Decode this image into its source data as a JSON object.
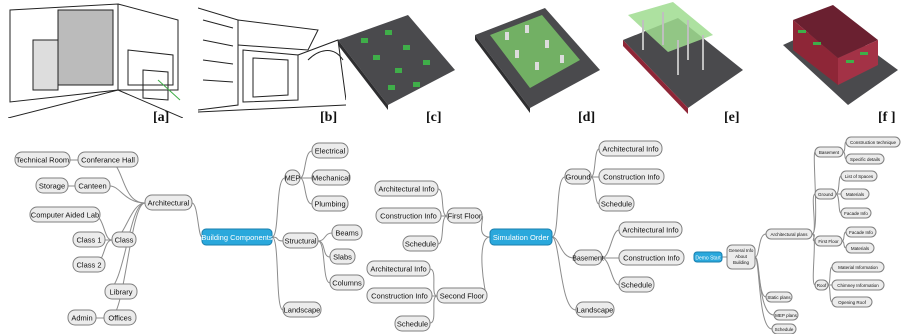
{
  "panel_labels": [
    "[a]",
    "[b]",
    "[c]",
    "[d]",
    "[e]",
    "[f ]"
  ],
  "map1": {
    "center": "Building Components",
    "architectural": "Architectural",
    "technical_room": "Technical Room",
    "conference_hall": "Conferance Hall",
    "storage": "Storage",
    "canteen": "Canteen",
    "computer_lab": "Computer Aided Lab",
    "class": "Class",
    "class1": "Class 1",
    "class2": "Class 2",
    "library": "Library",
    "admin": "Admin",
    "offices": "Offices",
    "mep": "MEP",
    "electrical": "Electrical",
    "mechanical": "Mechanical",
    "plumbing": "Plumbing",
    "structural": "Structural",
    "beams": "Beams",
    "slabs": "Slabs",
    "columns": "Columns",
    "landscape": "Landscape"
  },
  "map2": {
    "center": "Simulation Order",
    "first_floor": "First Floor",
    "ff_arch": "Architectural Info",
    "ff_const": "Construction Info",
    "ff_sched": "Schedule",
    "second_floor": "Second Floor",
    "sf_arch": "Architectural Info",
    "sf_const": "Construction Info",
    "sf_sched": "Schedule",
    "ground": "Ground",
    "g_arch": "Architectural Info",
    "g_const": "Construction Info",
    "g_sched": "Schedule",
    "basement": "Basement",
    "b_arch": "Architectural Info",
    "b_const": "Construction Info",
    "b_sched": "Schedule",
    "landscape": "Landscape"
  },
  "map3": {
    "center": "Demo Start",
    "general": "General Info About Building",
    "arch_plans": "Architectural plans",
    "basement": "Basement",
    "bs_tech": "Construction technique",
    "bs_details": "Specific details",
    "ground": "Ground",
    "gr_spaces": "List of Spaces",
    "gr_materials": "Materials",
    "gr_facade": "Facade Info",
    "first_floor": "First Floor",
    "ff_facade": "Facade Info",
    "ff_materials": "Materials",
    "roof": "Roof",
    "rf_material": "Material Information",
    "rf_chimney": "Chimney Information",
    "rf_opening": "Opening Roof",
    "static_plans": "Static plans",
    "mep_plans": "MEP plans",
    "schedule": "Schedule"
  },
  "colors": {
    "center_fill": "#2aa8dc",
    "node_fill": "#ececec",
    "slab_green": "#3fae49",
    "facade_red": "#8e2637",
    "base_gray": "#4a4a4d"
  }
}
